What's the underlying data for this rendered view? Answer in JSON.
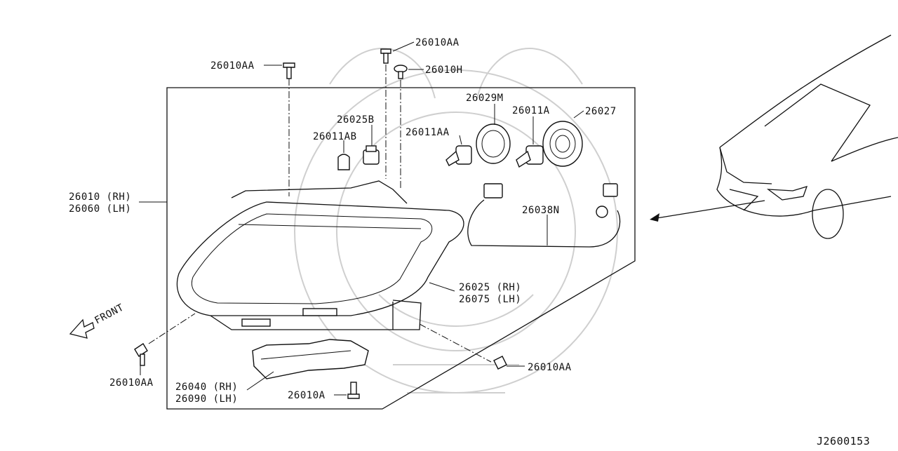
{
  "diagram_id": "J2600153",
  "front_label": "FRONT",
  "callouts": {
    "bolt_top_left": "26010AA",
    "bolt_top_center": "26010AA",
    "clip_top": "26010H",
    "socket_side": "26025B",
    "bulb_side": "26011AB",
    "bulb_main_left": "26011AA",
    "cap_main": "26029M",
    "bulb_main_right": "26011A",
    "cap_right": "26027",
    "harness": "26038N",
    "assembly_rh": "26010 (RH)",
    "assembly_lh": "26060 (LH)",
    "housing_rh": "26025 (RH)",
    "housing_lh": "26075 (LH)",
    "bolt_bottom_left": "26010AA",
    "bracket_rh": "26040 (RH)",
    "bracket_lh": "26090 (LH)",
    "screw_bottom": "26010A",
    "bolt_bottom_right": "26010AA"
  }
}
